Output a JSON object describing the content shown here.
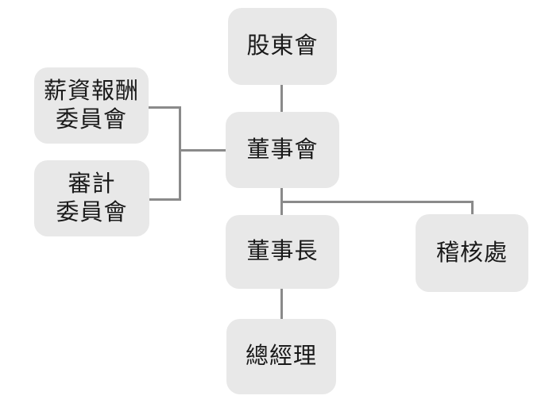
{
  "diagram": {
    "type": "org-chart",
    "nodes": {
      "shareholders": {
        "label": "股東會"
      },
      "compensation_committee": {
        "label": "薪資報酬\n委員會"
      },
      "audit_committee": {
        "label": "審計\n委員會"
      },
      "board_of_directors": {
        "label": "董事會"
      },
      "chairman": {
        "label": "董事長"
      },
      "audit_office": {
        "label": "稽核處"
      },
      "general_manager": {
        "label": "總經理"
      }
    },
    "edges": [
      {
        "from": "shareholders",
        "to": "board_of_directors"
      },
      {
        "from": "board_of_directors",
        "to": "compensation_committee"
      },
      {
        "from": "board_of_directors",
        "to": "audit_committee"
      },
      {
        "from": "board_of_directors",
        "to": "chairman"
      },
      {
        "from": "board_of_directors",
        "to": "audit_office"
      },
      {
        "from": "chairman",
        "to": "general_manager"
      }
    ]
  },
  "colors": {
    "node_fill": "#e8e8e8",
    "connector": "#8a8a8a",
    "text": "#1a1a1a",
    "background": "#ffffff"
  }
}
